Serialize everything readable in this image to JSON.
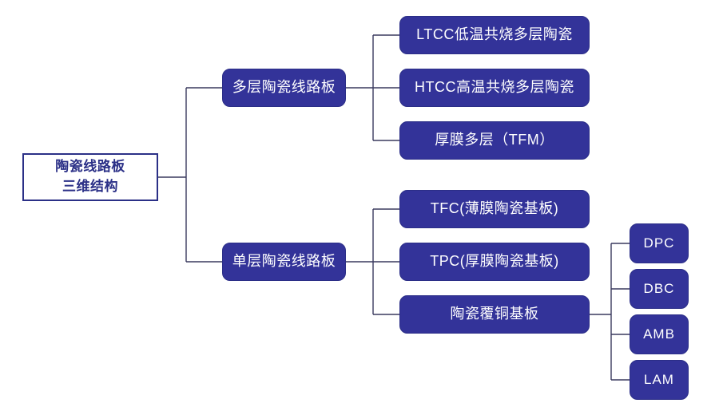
{
  "diagram_title": "陶瓷线路板三维结构",
  "colors": {
    "node_fill": "#333399",
    "node_text": "#FFFFFF",
    "root_background": "#FFFFFF",
    "root_border": "#2B3087",
    "root_text": "#2B3087",
    "connector_line": "#3A3A5E"
  },
  "tree": {
    "root": {
      "line1": "陶瓷线路板",
      "line2": "三维结构"
    },
    "branches": [
      {
        "label": "多层陶瓷线路板",
        "children": [
          {
            "label": "LTCC低温共烧多层陶瓷"
          },
          {
            "label": "HTCC高温共烧多层陶瓷"
          },
          {
            "label": "厚膜多层（TFM）"
          }
        ]
      },
      {
        "label": "单层陶瓷线路板",
        "children": [
          {
            "label": "TFC(薄膜陶瓷基板)"
          },
          {
            "label": "TPC(厚膜陶瓷基板)"
          },
          {
            "label": "陶瓷覆铜基板",
            "children": [
              {
                "label": "DPC"
              },
              {
                "label": "DBC"
              },
              {
                "label": "AMB"
              },
              {
                "label": "LAM"
              }
            ]
          }
        ]
      }
    ]
  }
}
